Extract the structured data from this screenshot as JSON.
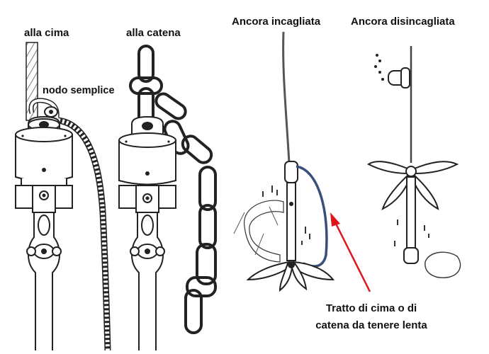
{
  "labels": {
    "alla_cima": "alla cima",
    "alla_catena": "alla catena",
    "nodo_semplice": "nodo semplice",
    "ancora_incagliata": "Ancora incagliata",
    "ancora_disincagliata": "Ancora disincagliata",
    "tratto_line1": "Tratto di cima o di",
    "tratto_line2": "catena da tenere lenta"
  },
  "colors": {
    "ink": "#1a1a1a",
    "arrow": "#e0141b",
    "rope_blue": "#3a4f7a"
  },
  "icons": {
    "shackle_rope": "swivel-shackle-with-rope",
    "shackle_chain": "swivel-shackle-with-chain",
    "anchor_stuck": "grapnel-anchor-stuck",
    "anchor_free": "grapnel-anchor-freed"
  }
}
